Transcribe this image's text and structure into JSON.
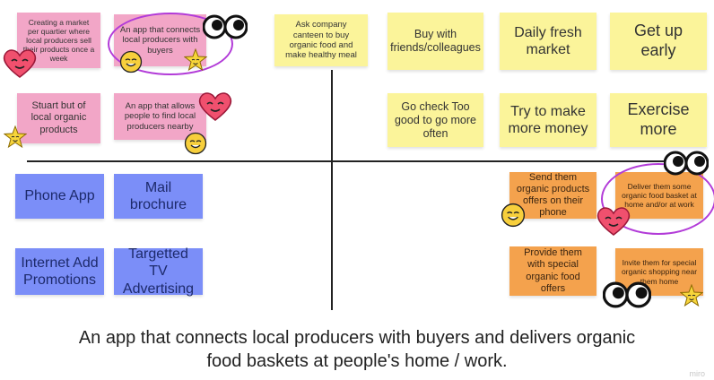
{
  "notes": {
    "n1": "Creating a market per quartier where local producers sell their products once a week",
    "n2": "An app that connects local producers with buyers",
    "n3": "Ask company canteen to buy organic food and make healthy meal",
    "n4": "Buy with friends/colleagues",
    "n5": "Daily fresh market",
    "n6": "Get up early",
    "n7": "Stuart but of local organic products",
    "n8": "An app that allows people to find local producers nearby",
    "n9": "Go check Too good to go more often",
    "n10": "Try to make more money",
    "n11": "Exercise more",
    "n12": "Phone App",
    "n13": "Mail brochure",
    "n14": "Send them organic products offers on their phone",
    "n15": "Deliver them some organic food basket at home and/or at work",
    "n16": "Internet Add Promotions",
    "n17": "Targetted TV Advertising",
    "n18": "Provide them with special organic food offers",
    "n19": "Invite them for special organic shopping near them home"
  },
  "caption": {
    "line1": "An app that connects local producers with buyers and delivers organic",
    "line2": "food baskets at people's home / work."
  },
  "footer": "miro",
  "colors": {
    "pink": "#f2a6c7",
    "yellow": "#fbf49a",
    "blue": "#7b8ef8",
    "orange": "#f4a24d",
    "highlight": "#b23bd8"
  },
  "stickers": [
    "eyes-icon",
    "heart-face-icon",
    "smile-face-icon",
    "star-face-icon"
  ]
}
